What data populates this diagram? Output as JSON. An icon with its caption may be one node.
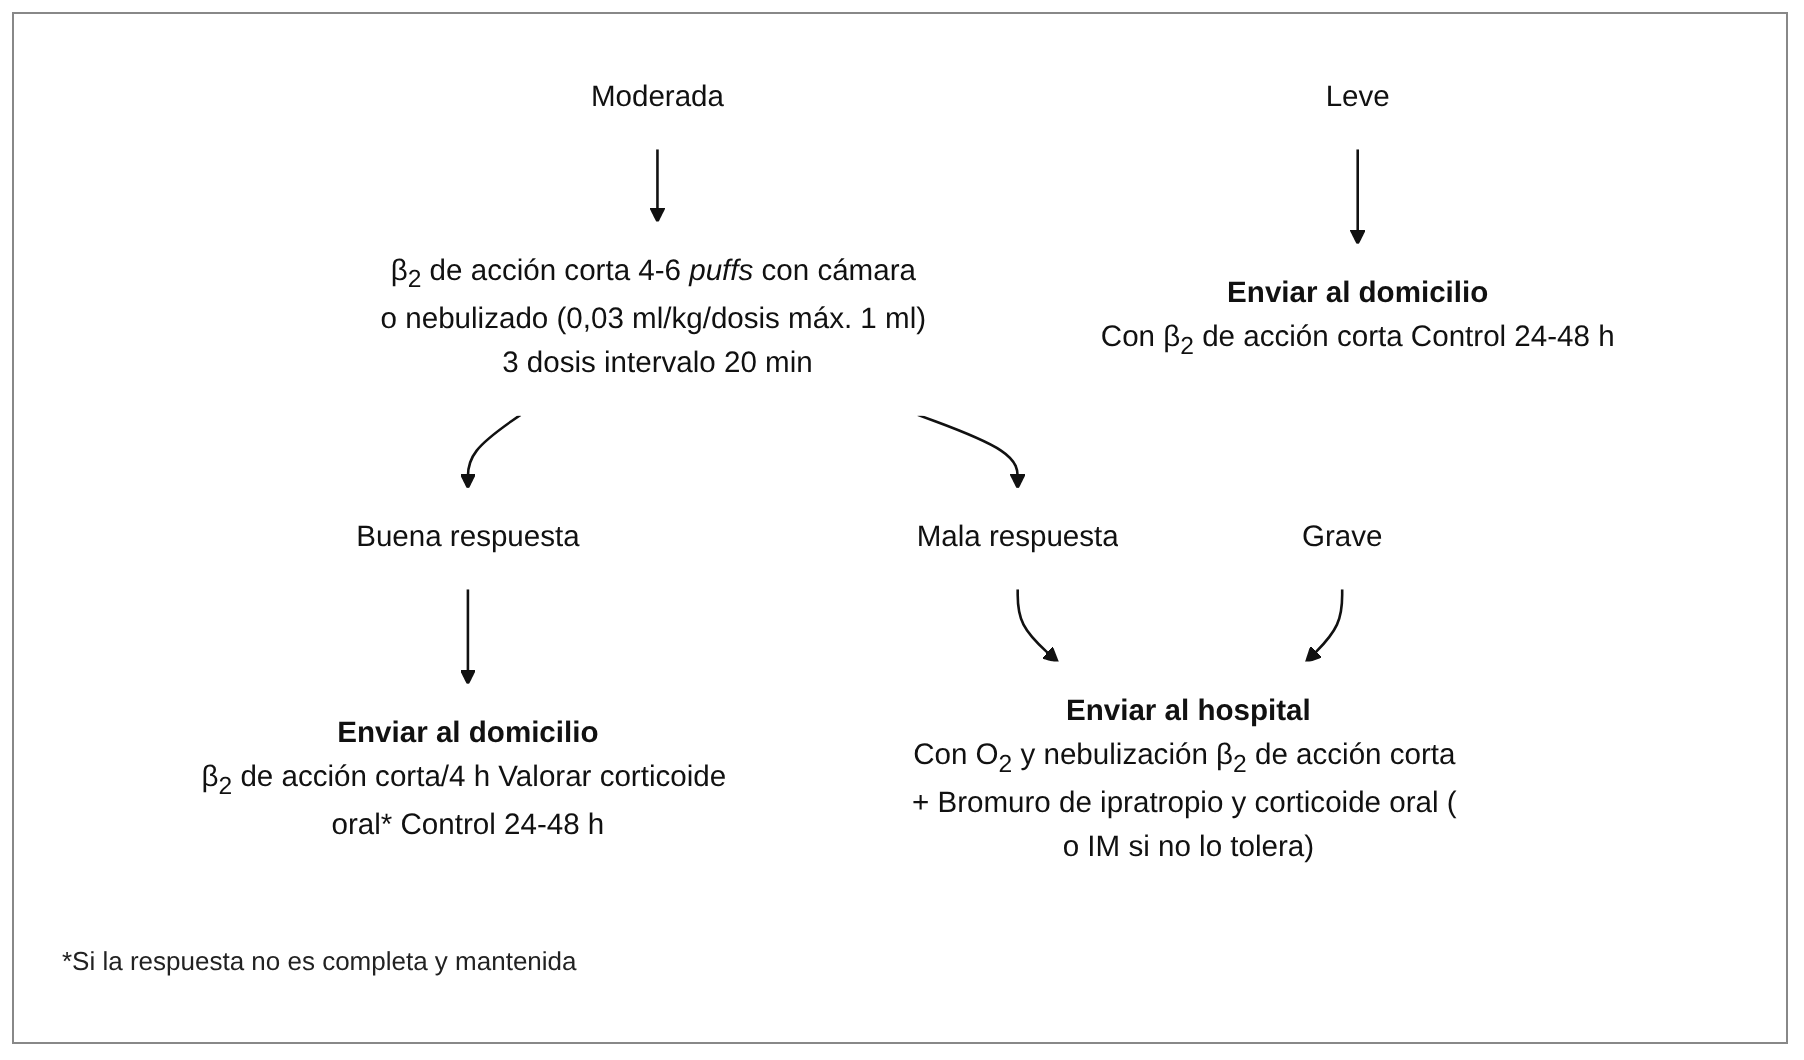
{
  "diagram": {
    "nodes": [
      {
        "text": [
          "Leve"
        ]
      },
      {
        "text": [
          "Moderada"
        ]
      },
      {
        "text": [
          "Grave"
        ]
      },
      {
        "text": [
          "β$_{2}$ de acción corta 4-6 *puffs* con cámara o nebulizado (0,03 ml/kg/dosis máx. 1 ml) 3 dosis intervalo 20 min"
        ]
      },
      {
        "text": [
          "Buena respuesta"
        ]
      },
      {
        "text": [
          "Mala respuesta"
        ]
      },
      {
        "text": [
          "Enviar al domicilio",
          "Con β$_{2}$ de acción corta Control 24-48 h"
        ]
      },
      {
        "text": [
          "Enviar al domicilio",
          "β$_{2}$ de acción corta/4 h Valorar corticoide oral* Control 24-48 h"
        ]
      },
      {
        "text": [
          "Enviar al hospital",
          "Con O$_{2}$ y nebulización β$_{2}$ de acción corta + Bromuro de ipratropio y corticoide oral ( o IM si no lo tolera)"
        ]
      }
    ],
    "edges": [
      {
        "from": 0,
        "to": 6,
        "arrow": "to"
      },
      {
        "from": 1,
        "to": 3,
        "arrow": "to"
      },
      {
        "from": 3,
        "to": 4,
        "arrow": "to"
      },
      {
        "from": 3,
        "to": 5,
        "arrow": "to"
      },
      {
        "from": 4,
        "to": 7,
        "arrow": "to"
      },
      {
        "from": 5,
        "to": 8,
        "arrow": "to"
      },
      {
        "from": 2,
        "to": 8,
        "arrow": "to"
      }
    ],
    "labels": [
      "*Si la respuesta no es completa y mantenida"
    ]
  }
}
